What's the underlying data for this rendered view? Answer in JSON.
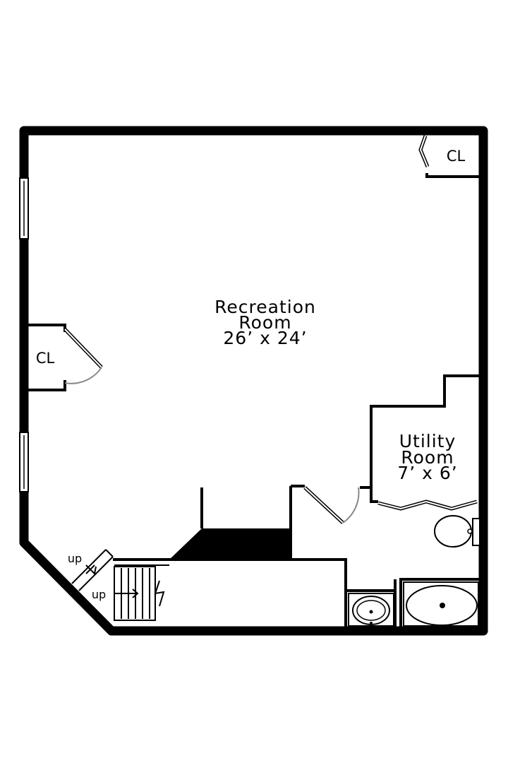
{
  "rooms": {
    "recreation": {
      "name_line1": "Recreation",
      "name_line2": "Room",
      "size": "26’ x 24’"
    },
    "utility": {
      "name_line1": "Utility",
      "name_line2": "Room",
      "size": "7’ x 6’"
    },
    "closet_left": {
      "label": "CL"
    },
    "closet_right": {
      "label": "CL"
    }
  },
  "stairs": {
    "upper_label": "up",
    "lower_label": "up"
  },
  "colors": {
    "wall": "#000000",
    "background": "#ffffff",
    "door_arc": "#888888"
  }
}
